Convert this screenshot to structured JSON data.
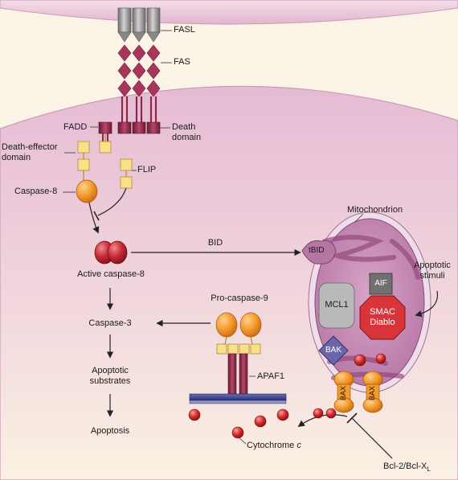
{
  "labels": {
    "fasl": "FASL",
    "fas": "FAS",
    "fadd": "FADD",
    "death_domain": "Death\ndomain",
    "death_effector_domain": "Death-effector\ndomain",
    "flip": "FLIP",
    "caspase8": "Caspase-8",
    "active_caspase8": "Active caspase-8",
    "bid": "BID",
    "tbid": "tBID",
    "mitochondrion": "Mitochondrion",
    "apoptotic_stimuli": "Apoptotic\nstimuli",
    "mcl1": "MCL1",
    "aif": "AIF",
    "smac_diablo": "SMAC\nDiablo",
    "bak": "BAK",
    "bax": "BAX",
    "procaspase9": "Pro-caspase-9",
    "caspase3": "Caspase-3",
    "apoptotic_substrates": "Apoptotic\nsubstrates",
    "apoptosis": "Apoptosis",
    "apaf1": "APAF1",
    "cytochrome_c": "Cytochrome",
    "cytochrome_c_italic": "c",
    "bcl2": "Bcl-2/Bcl-X",
    "bcl2_sub": "L"
  },
  "colors": {
    "cell_top": "#e9c1d8",
    "cell_bottom": "#fbf3e6",
    "upper_cell": "#e4bad2",
    "receptor_maroon": "#8a2a46",
    "fasl_grey": "#9a9a9a",
    "yellow_box": "#fbe08a",
    "orange": "#f1922a",
    "red_active": "#c12a34",
    "mito_fill": "#c58ab4",
    "mito_crista": "#9c4d7f",
    "apaf_blue": "#3b3f86",
    "cyt_red": "#c8202a"
  }
}
